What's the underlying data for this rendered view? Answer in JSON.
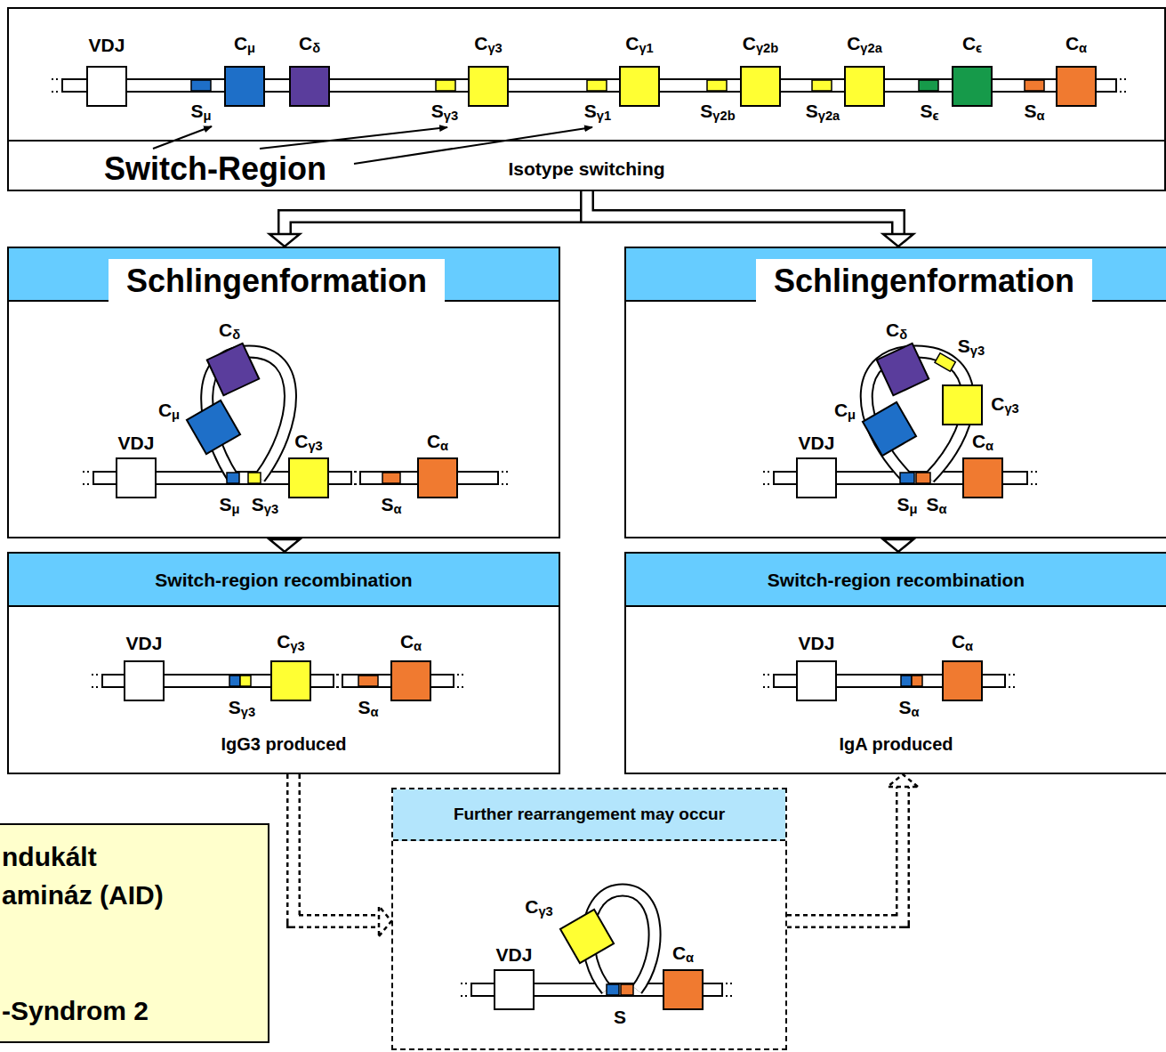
{
  "diagram": {
    "nodes": [
      {
        "text": [
          "Isotype switching"
        ]
      },
      {
        "text": [
          "Schlingenformation"
        ]
      },
      {
        "text": [
          "Schlingenformation"
        ]
      },
      {
        "text": [
          "Switch-region recombination",
          "IgG3 produced"
        ]
      },
      {
        "text": [
          "Switch-region recombination",
          "IgA produced"
        ]
      },
      {
        "text": [
          "Further rearrangement may occur"
        ]
      },
      {
        "text": [
          "ndukált amináz (AID)",
          "-Syndrom 2"
        ]
      }
    ],
    "edges": [
      {
        "from": 0,
        "to": 1,
        "arrow": "to"
      },
      {
        "from": 0,
        "to": 2,
        "arrow": "to"
      },
      {
        "from": 1,
        "to": 3,
        "arrow": "to"
      },
      {
        "from": 2,
        "to": 4,
        "arrow": "to"
      },
      {
        "from": 3,
        "to": 5,
        "arrow": "to"
      },
      {
        "from": 5,
        "to": 4,
        "arrow": "to"
      }
    ],
    "labels": [
      "VDJ",
      "Cμ",
      "Cδ",
      "Cγ3",
      "Cγ1",
      "Cγ2b",
      "Cγ2a",
      "Cϵ",
      "Cα",
      "Sμ",
      "Sγ3",
      "Sγ1",
      "Sγ2b",
      "Sγ2a",
      "Sϵ",
      "Sα",
      "Switch-Region",
      "Cδ",
      "Cμ",
      "VDJ",
      "Cγ3",
      "Cα",
      "Sμ",
      "Sγ3",
      "Sα",
      "Cδ",
      "Sγ3",
      "Cγ3",
      "Cμ",
      "VDJ",
      "Cα",
      "Sμ",
      "Sα",
      "VDJ",
      "Cγ3",
      "Cα",
      "Sγ3",
      "Sα",
      "VDJ",
      "Cα",
      "Sα",
      "Cγ3",
      "VDJ",
      "Cα",
      "S"
    ]
  }
}
